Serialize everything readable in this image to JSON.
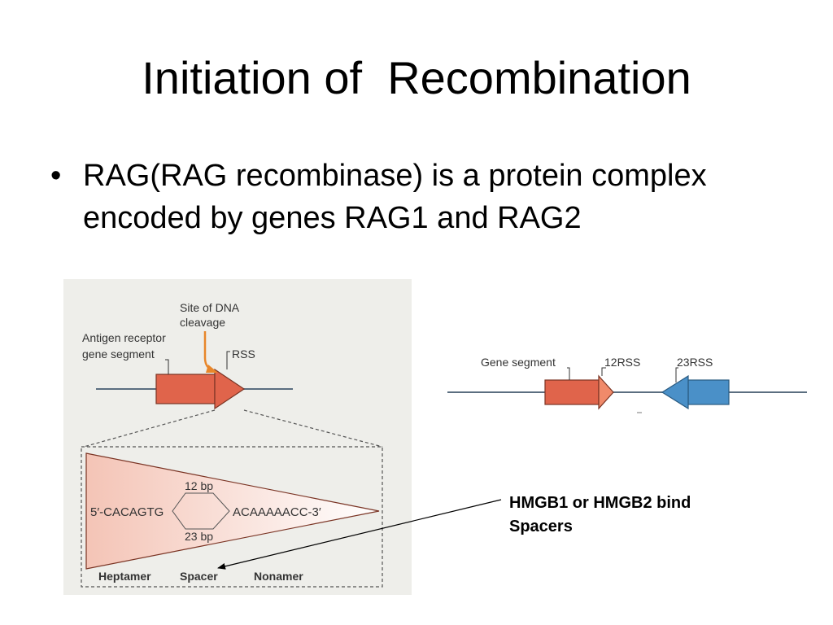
{
  "slide": {
    "title": "Initiation of  Recombination",
    "bullet_symbol": "•",
    "bullet_text": "RAG(RAG recombinase) is a protein complex encoded by genes RAG1 and RAG2"
  },
  "left_figure": {
    "site_label_line1": "Site of DNA",
    "site_label_line2": "cleavage",
    "segment_label_line1": "Antigen receptor",
    "segment_label_line2": "gene segment",
    "rss_label": "RSS",
    "seq_left": "5′-CACAGTG",
    "seq_right": "ACAAAAACC-3′",
    "spacer_top": "12 bp",
    "spacer_bottom": "23 bp",
    "heptamer": "Heptamer",
    "spacer": "Spacer",
    "nonamer": "Nonamer"
  },
  "right_figure": {
    "gene_segment": "Gene segment",
    "rss12": "12RSS",
    "rss23": "23RSS"
  },
  "annotation": {
    "line1": "HMGB1 or HMGB2 bind",
    "line2": "Spacers"
  },
  "colors": {
    "gene_segment_fill": "#e0644b",
    "rss12_fill": "#f08a6a",
    "rss23_fill": "#4a90c8",
    "panel_bg": "#eeeeea",
    "dna_line": "#5b6e80",
    "cleavage_arrow": "#e8862a"
  }
}
